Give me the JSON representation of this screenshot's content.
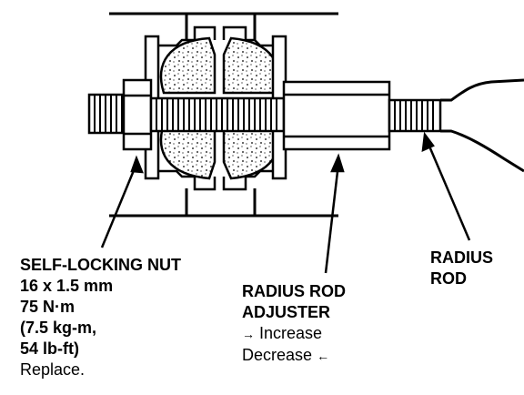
{
  "nut_label": {
    "title": "SELF-LOCKING NUT",
    "size": "16 x 1.5 mm",
    "torque": "75 N·m",
    "torque_kgm": "(7.5 kg-m,",
    "torque_lbft": "54 lb-ft)",
    "note": "Replace."
  },
  "adjuster_label": {
    "line1": "RADIUS ROD",
    "line2": "ADJUSTER",
    "increase_arrow": "→",
    "increase": "Increase",
    "decrease": "Decrease",
    "decrease_arrow": "←"
  },
  "rod_label": {
    "line1": "RADIUS",
    "line2": "ROD"
  }
}
